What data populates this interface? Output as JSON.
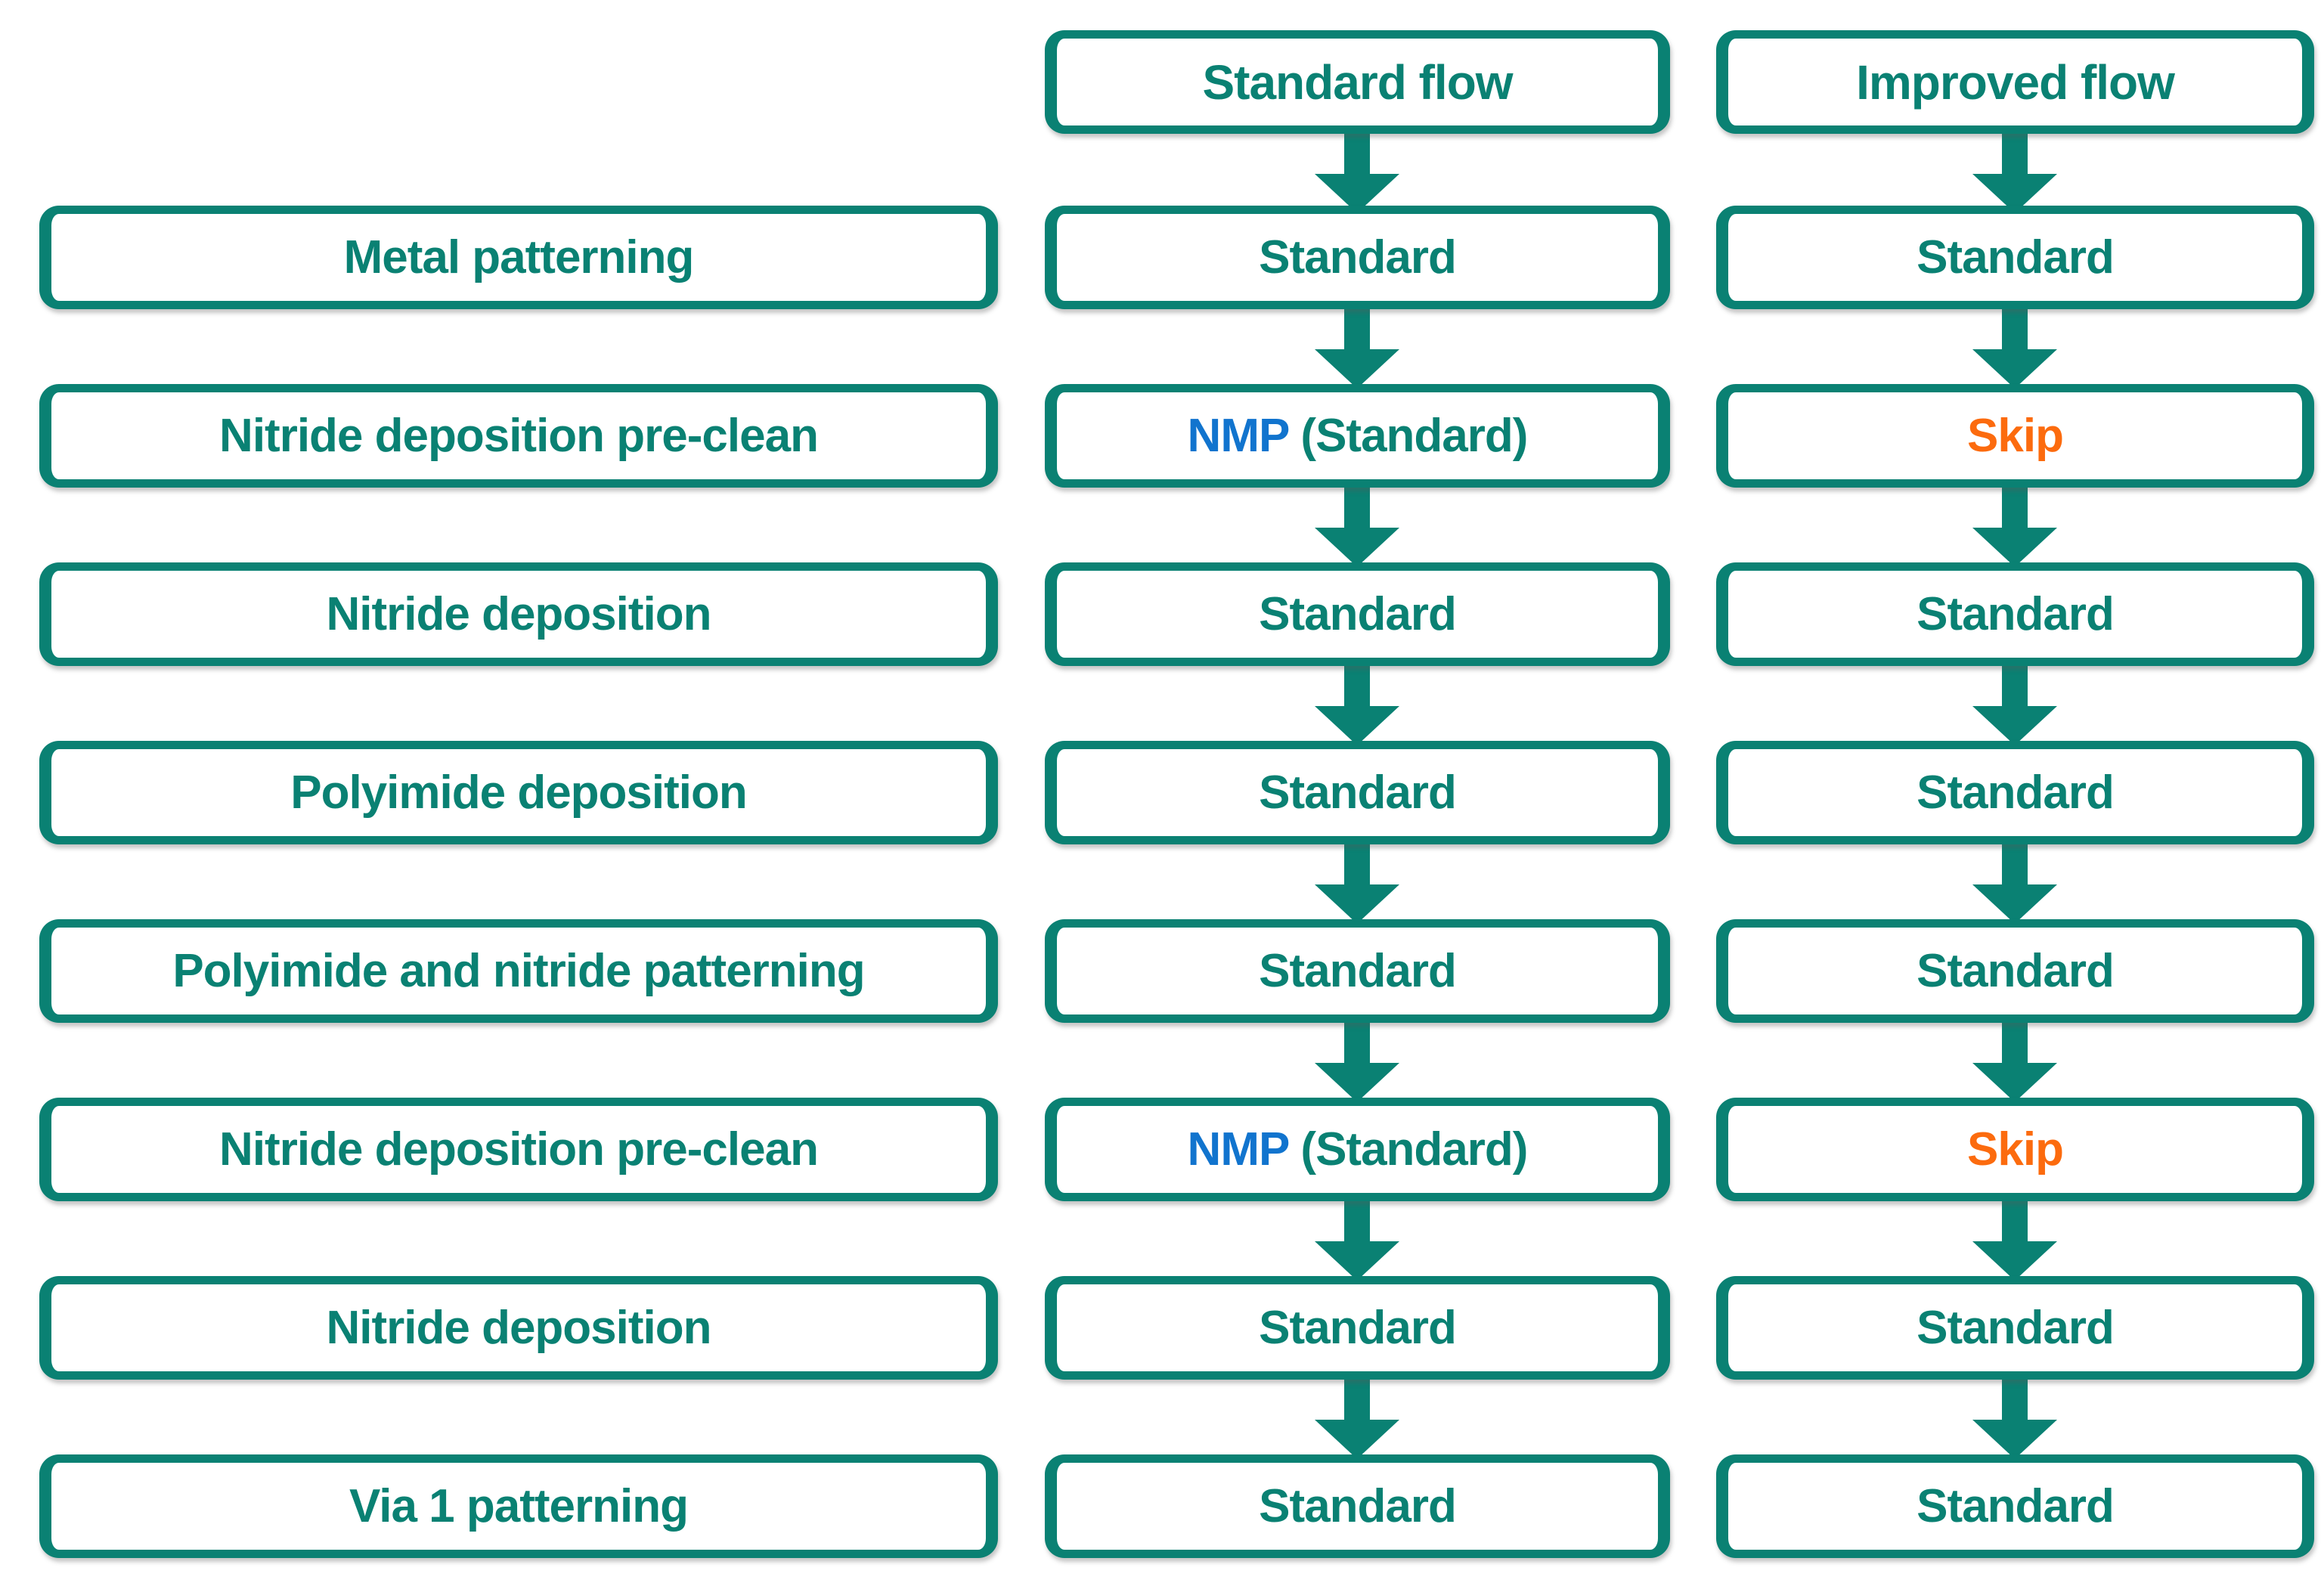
{
  "diagram": {
    "colors": {
      "teal": "#0A8173",
      "nmp_blue": "#1174CE",
      "skip_orange": "#FC6B0E",
      "background": "#FFFFFF"
    },
    "left_column": {
      "steps": [
        "Metal patterning",
        "Nitride deposition pre-clean",
        "Nitride deposition",
        "Polyimide deposition",
        "Polyimide and nitride patterning",
        "Nitride deposition pre-clean",
        "Nitride deposition",
        "Via 1 patterning"
      ]
    },
    "standard_flow": {
      "header": "Standard flow",
      "rows": [
        {
          "highlight": "",
          "text": "Standard"
        },
        {
          "highlight": "NMP",
          "text": " (Standard)"
        },
        {
          "highlight": "",
          "text": "Standard"
        },
        {
          "highlight": "",
          "text": "Standard"
        },
        {
          "highlight": "",
          "text": "Standard"
        },
        {
          "highlight": "NMP",
          "text": " (Standard)"
        },
        {
          "highlight": "",
          "text": "Standard"
        },
        {
          "highlight": "",
          "text": "Standard"
        }
      ]
    },
    "improved_flow": {
      "header": "Improved flow",
      "rows": [
        {
          "highlight": "",
          "text": "Standard"
        },
        {
          "highlight": "Skip",
          "text": ""
        },
        {
          "highlight": "",
          "text": "Standard"
        },
        {
          "highlight": "",
          "text": "Standard"
        },
        {
          "highlight": "",
          "text": "Standard"
        },
        {
          "highlight": "Skip",
          "text": ""
        },
        {
          "highlight": "",
          "text": "Standard"
        },
        {
          "highlight": "",
          "text": "Standard"
        }
      ]
    }
  }
}
